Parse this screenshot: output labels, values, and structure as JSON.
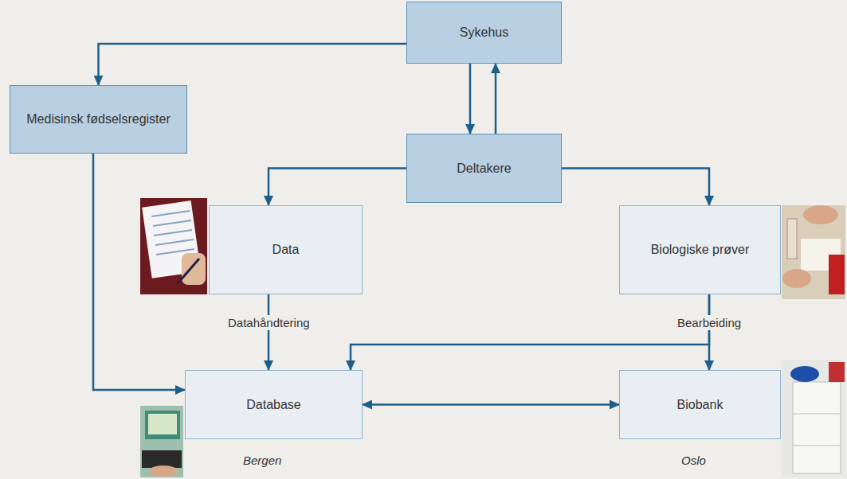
{
  "diagram": {
    "nodes": [
      {
        "text": [
          "Sykehus"
        ]
      },
      {
        "text": [
          "Medisinsk fødselsregister"
        ]
      },
      {
        "text": [
          "Deltakere"
        ]
      },
      {
        "text": [
          "Data"
        ]
      },
      {
        "text": [
          "Biologiske prøver"
        ]
      },
      {
        "text": [
          "Database"
        ]
      },
      {
        "text": [
          "Biobank"
        ]
      }
    ],
    "edges": [
      {
        "from": 0,
        "to": 1,
        "arrow": "to"
      },
      {
        "from": 0,
        "to": 2,
        "arrow": "to"
      },
      {
        "from": 2,
        "to": 0,
        "arrow": "to"
      },
      {
        "from": 2,
        "to": 3,
        "arrow": "to"
      },
      {
        "from": 2,
        "to": 4,
        "arrow": "to"
      },
      {
        "from": 3,
        "to": 5,
        "label": "Datahåndtering",
        "arrow": "to"
      },
      {
        "from": 4,
        "to": 6,
        "label": "Bearbeiding",
        "arrow": "to"
      },
      {
        "from": 4,
        "to": 5,
        "arrow": "to"
      },
      {
        "from": 1,
        "to": 5,
        "arrow": "to"
      },
      {
        "from": 5,
        "to": 6,
        "arrow": "both"
      }
    ],
    "labels": [
      "Bergen",
      "Oslo"
    ]
  }
}
